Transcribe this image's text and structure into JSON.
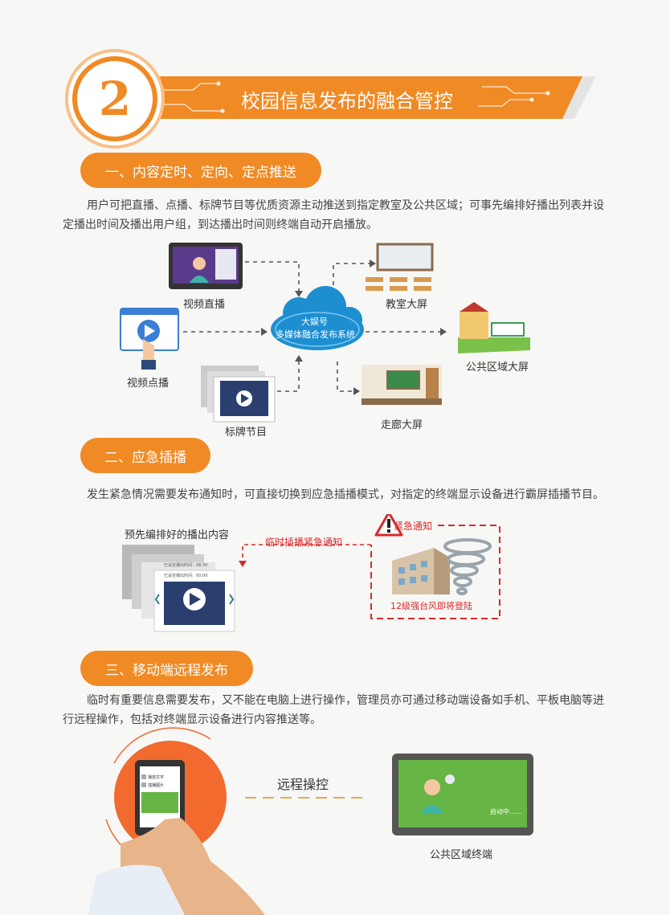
{
  "banner": {
    "number": "2",
    "title": "校园信息发布的融合管控"
  },
  "section1": {
    "heading": "一、内容定时、定向、定点推送",
    "paragraph": "用户可把直播、点播、标牌节目等优质资源主动推送到指定教室及公共区域；可事先编排好播出列表并设定播出时间及播出用户组，到达播出时间则终端自动开启播放。",
    "cloud_line1": "大娱号",
    "cloud_line2": "多媒体融合发布系统",
    "sources": [
      "视频直播",
      "视频点播",
      "标牌节目"
    ],
    "targets": [
      "教室大屏",
      "公共区域大屏",
      "走廊大屏"
    ]
  },
  "section2": {
    "heading": "二、应急插播",
    "paragraph": "发生紧急情况需要发布通知时，可直接切换到应急插播模式，对指定的终端显示设备进行霸屏插播节目。",
    "preprogram_label": "预先编排好的播出内容",
    "insert_label": "临时插播紧急通知",
    "emergency_label": "紧急通知",
    "typhoon_label": "12级强台风即将登陆",
    "schedule_line1": "已设定播出时间：08:30",
    "schedule_line2": "已设定播出时间：00:00"
  },
  "section3": {
    "heading": "三、移动端远程发布",
    "paragraph": "临时有重要信息需要发布，又不能在电脑上进行操作，管理员亦可通过移动端设备如手机、平板电脑等进行远程操作，包括对终端显示设备进行内容推送等。",
    "remote_label": "远程操控",
    "terminal_label": "公共区域终端",
    "booting_label": "启动中……",
    "tablet_menu1": "播放文字",
    "tablet_menu2": "插播图片"
  },
  "colors": {
    "accent": "#f08a24",
    "alert": "#d62b2b",
    "cloud": "#1d8fd1"
  }
}
